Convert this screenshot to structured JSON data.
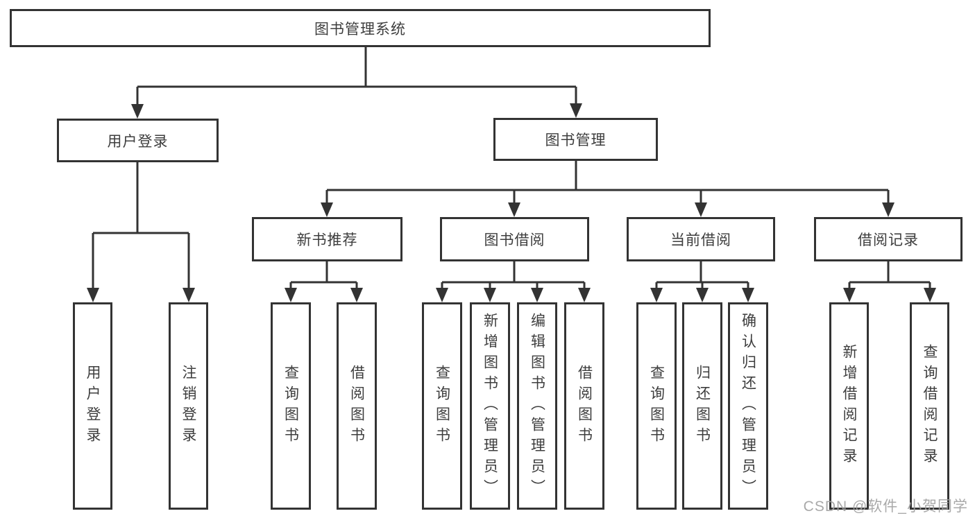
{
  "diagram": {
    "root": {
      "label": "图书管理系统"
    },
    "level1": [
      {
        "label": "用户登录"
      },
      {
        "label": "图书管理"
      }
    ],
    "level2": [
      {
        "label": "新书推荐"
      },
      {
        "label": "图书借阅"
      },
      {
        "label": "当前借阅"
      },
      {
        "label": "借阅记录"
      }
    ],
    "leaves": {
      "user_login": [
        {
          "label": "用户登录"
        },
        {
          "label": "注销登录"
        }
      ],
      "new_books": [
        {
          "label": "查询图书"
        },
        {
          "label": "借阅图书"
        }
      ],
      "book_borrow": [
        {
          "label": "查询图书"
        },
        {
          "label": "新增图书（管理员）"
        },
        {
          "label": "编辑图书（管理员）"
        },
        {
          "label": "借阅图书"
        }
      ],
      "current_borrow": [
        {
          "label": "查询图书"
        },
        {
          "label": "归还图书"
        },
        {
          "label": "确认归还（管理员）"
        }
      ],
      "borrow_records": [
        {
          "label": "新增借阅记录"
        },
        {
          "label": "查询借阅记录"
        }
      ]
    }
  },
  "watermark": {
    "text": "CSDN @软件_小贺同学"
  },
  "colors": {
    "line": "#333333",
    "text": "#3d3d3d",
    "watermark": "#a0a0a0",
    "background": "#ffffff"
  }
}
